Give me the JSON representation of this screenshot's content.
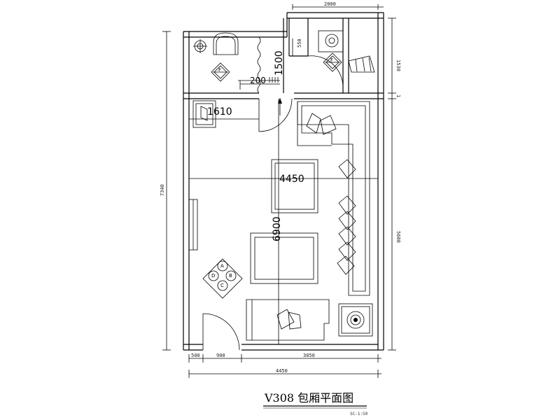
{
  "plan": {
    "title": "V308 包厢平面图",
    "scale": "SC-1:50"
  },
  "dimensions": {
    "top_width": "2000",
    "left_height": "7340",
    "right_height": "5600",
    "right_upper": "1530",
    "right_gap": "1",
    "bottom_a": "500",
    "bottom_b": "900",
    "bottom_c": "3050",
    "bottom_total": "4450",
    "upper_mark": "550",
    "center_width": "4450",
    "center_height": "6900",
    "niche_width": "1610",
    "passage_width": "1500",
    "step_width": "200"
  },
  "symbols": {
    "f_left": "F",
    "f_right": "F",
    "a": "A",
    "b": "B",
    "c": "C",
    "d": "D"
  }
}
